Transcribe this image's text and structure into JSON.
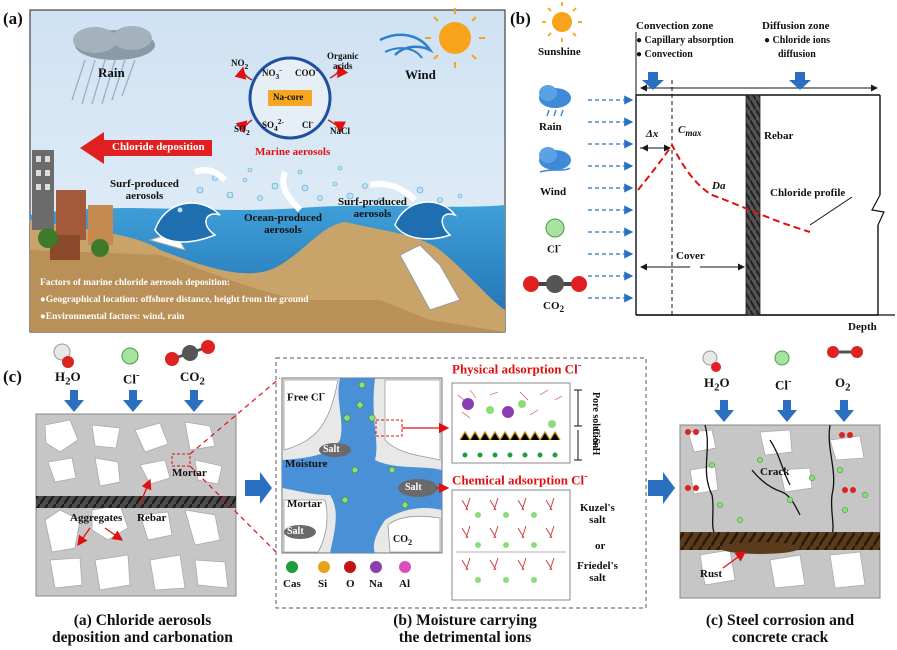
{
  "panel_a": {
    "letter": "(a)",
    "rain": "Rain",
    "wind": "Wind",
    "ions": {
      "no2": "NO",
      "no2_sub": "2",
      "no3": "NO",
      "no3_sub": "3",
      "no3_sup": "-",
      "coo": "COO",
      "coo_sup": "-",
      "organic": "Organic",
      "acids": "acids",
      "core": "Na-core",
      "so2": "SO",
      "so2_sub": "2",
      "so4": "SO",
      "so4_sub": "4",
      "so4_sup": "2-",
      "cl": "Cl",
      "cl_sup": "-",
      "nacl": "NaCl"
    },
    "chloride_deposition": "Chloride deposition",
    "marine_aerosols": "Marine aerosols",
    "surf1_line1": "Surf-produced",
    "surf1_line2": "aerosols",
    "ocean_line1": "Ocean-produced",
    "ocean_line2": "aerosols",
    "surf2_line1": "Surf-produced",
    "surf2_line2": "aerosols",
    "factors_title": "Factors of marine chloride aerosols deposition:",
    "factor1": "●Geographical location: offshore distance, height from the ground",
    "factor2": "●Environmental factors:  wind, rain"
  },
  "panel_b": {
    "letter": "(b)",
    "sunshine": "Sunshine",
    "rain": "Rain",
    "wind": "Wind",
    "cl": "Cl",
    "cl_sup": "-",
    "co2": "CO",
    "co2_sub": "2",
    "convection_zone": "Convection zone",
    "capillary": "● Capillary absorption",
    "convection": "● Convection",
    "diffusion_zone": "Diffusion zone",
    "chloride_ions": "● Chloride ions",
    "diffusion": "diffusion",
    "dx": "Δx",
    "cmax": "C",
    "cmax_sub": "max",
    "rebar": "Rebar",
    "da": "Da",
    "chloride_profile": "Chloride profile",
    "cover": "Cover",
    "depth": "Depth"
  },
  "panel_c": {
    "letter": "(c)",
    "h2o": "H",
    "h2o_sub": "2",
    "h2o_end": "O",
    "cl": "Cl",
    "cl_sup": "-",
    "co2": "CO",
    "co2_sub": "2",
    "mortar": "Mortar",
    "aggregates": "Aggregates",
    "rebar": "Rebar",
    "free_cl": "Free Cl",
    "free_cl_sup": "-",
    "salt": "Salt",
    "moisture": "Moisture",
    "mortar2": "Mortar",
    "co2_small": "CO",
    "co2_small_sub": "2",
    "physical": "Physical adsorption Cl",
    "physical_sup": "-",
    "pore": "Pore",
    "solution": "solution",
    "csh": "C-S-H",
    "chemical": "Chemical adsorption Cl",
    "chemical_sup": "-",
    "kuzel": "Kuzel's",
    "salt_word": "salt",
    "or": "or",
    "friedel": "Friedel's",
    "salt_word2": "salt",
    "legend": [
      "Cas",
      "Si",
      "O",
      "Na",
      "Al"
    ],
    "legend_colors": [
      "#1e9e3a",
      "#e8a21a",
      "#c41414",
      "#8a3fb0",
      "#d94fbf"
    ],
    "o2": "O",
    "o2_sub": "2",
    "crack": "Crack",
    "rust": "Rust",
    "caption_a1": "(a) Chloride aerosols",
    "caption_a2": "deposition and carbonation",
    "caption_b1": "(b) Moisture carrying",
    "caption_b2": "the detrimental ions",
    "caption_c1": "(c) Steel corrosion and",
    "caption_c2": "concrete crack"
  }
}
